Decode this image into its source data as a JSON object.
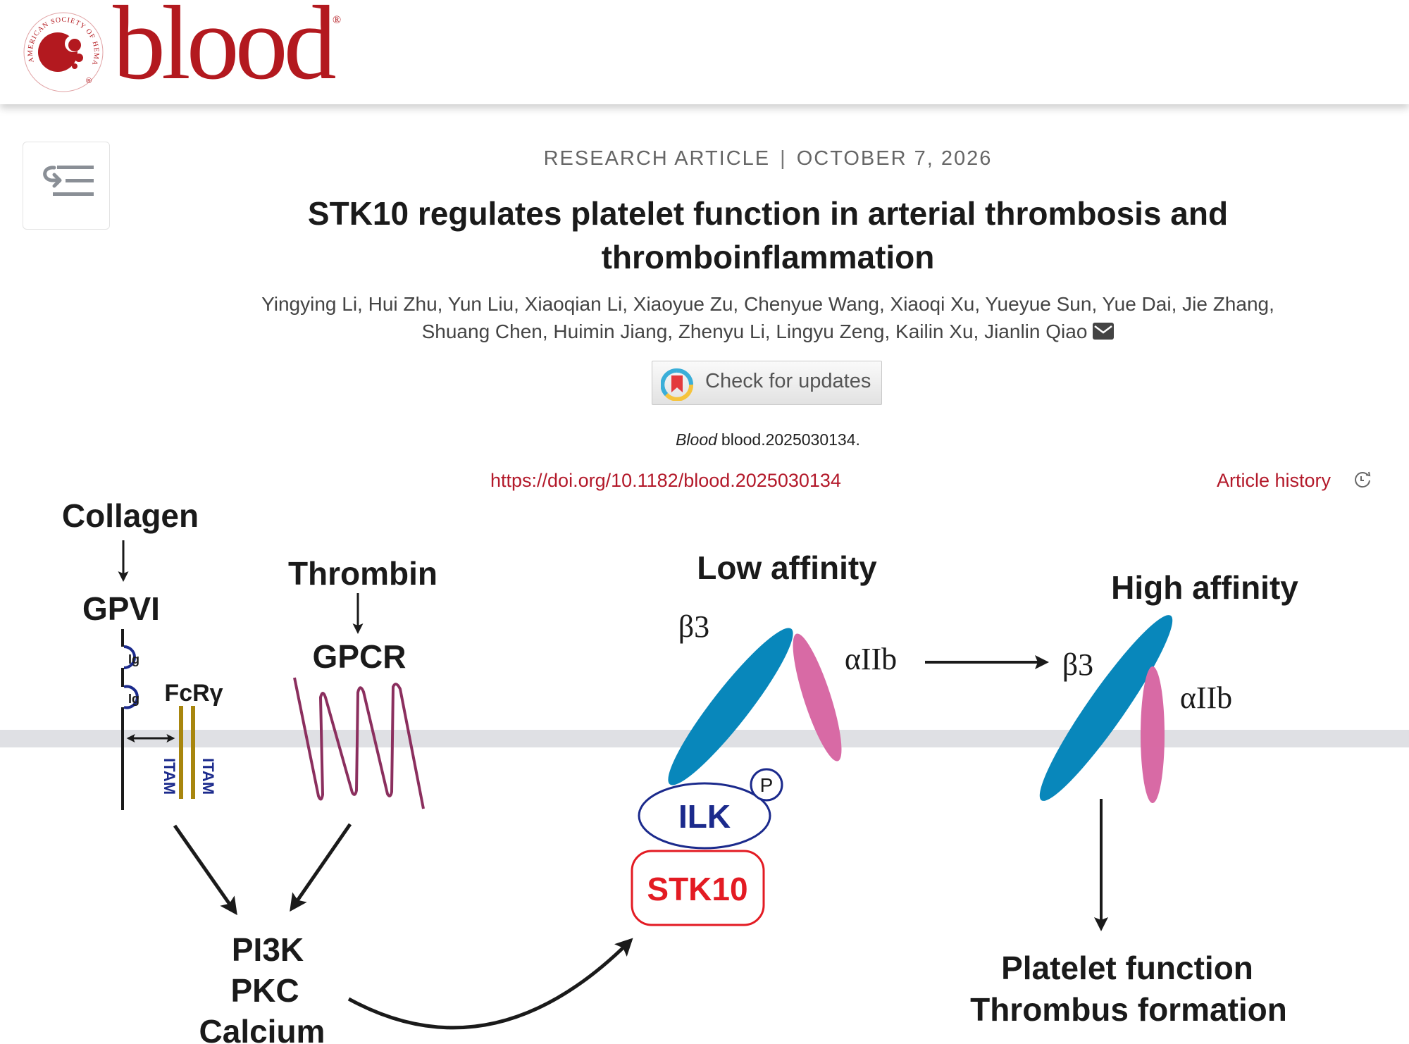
{
  "header": {
    "logo_word": "blood",
    "logo_reg": "®",
    "seal_text": "AMERICAN SOCIETY OF HEMATOLOGY"
  },
  "menu_button": {
    "icon": "outline-toggle-icon"
  },
  "article": {
    "type": "RESEARCH ARTICLE",
    "separator": "|",
    "date": "OCTOBER 7, 2026",
    "title_line1": "STK10 regulates platelet function in arterial thrombosis and",
    "title_line2": "thromboinflammation",
    "authors_line1": "Yingying Li, Hui Zhu, Yun Liu, Xiaoqian Li, Xiaoyue Zu, Chenyue Wang, Xiaoqi Xu, Yueyue Sun, Yue Dai, Jie Zhang,",
    "authors_line2": "Shuang Chen, Huimin Jiang, Zhenyu Li, Lingyu Zeng, Kailin Xu, Jianlin Qiao",
    "check_updates_label": "Check for updates",
    "citation_journal": "Blood",
    "citation_id": "blood.2025030134.",
    "doi": "https://doi.org/10.1182/blood.2025030134",
    "article_history": "Article history"
  },
  "diagram": {
    "collagen": "Collagen",
    "gpvi": "GPVI",
    "ig": "Ig",
    "fcr": "FcRγ",
    "itam": "ITAM",
    "thrombin": "Thrombin",
    "gpcr": "GPCR",
    "pi3k": "PI3K",
    "pkc": "PKC",
    "calcium": "Calcium",
    "low_affinity": "Low affinity",
    "high_affinity": "High affinity",
    "beta3": "β3",
    "alpha2b": "αIIb",
    "ilk": "ILK",
    "p": "P",
    "stk10": "STK10",
    "outcome1": "Platelet function",
    "outcome2": "Thrombus formation",
    "colors": {
      "beta3": "#0887bb",
      "alpha2b": "#d86aa5",
      "membrane": "#dfe0e4",
      "gpcr": "#8b2f5e",
      "fcr": "#a8860e",
      "ig": "#1b2a8c",
      "stk10": "#e31b23"
    }
  }
}
